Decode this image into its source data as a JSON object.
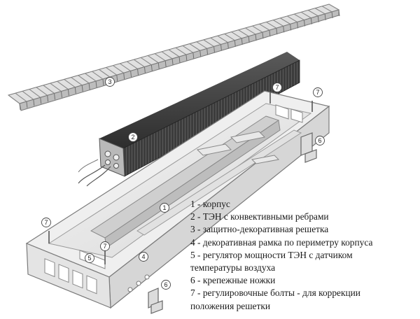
{
  "diagram": {
    "callouts": {
      "grille": "3",
      "heater": "2",
      "housing": "1",
      "frame": "4",
      "regulator": "5",
      "legs_a": "6",
      "legs_b": "6",
      "bolts_a": "7",
      "bolts_b": "7",
      "bolts_c": "7",
      "bolts_d": "7"
    },
    "legend": [
      {
        "text": "1 - корпус"
      },
      {
        "text": "2 - ТЭН с конвективными ребрами"
      },
      {
        "text": "3 - защитно-декоративная решетка"
      },
      {
        "text": "4 - декоративная рамка по периметру корпуса"
      },
      {
        "text": "5 - регулятор мощности ТЭН с датчиком",
        "cont": "температуры воздуха"
      },
      {
        "text": "6 - крепежные ножки"
      },
      {
        "text": "7 - регулировочные болты - для коррекции",
        "cont": "положения решетки"
      }
    ]
  }
}
